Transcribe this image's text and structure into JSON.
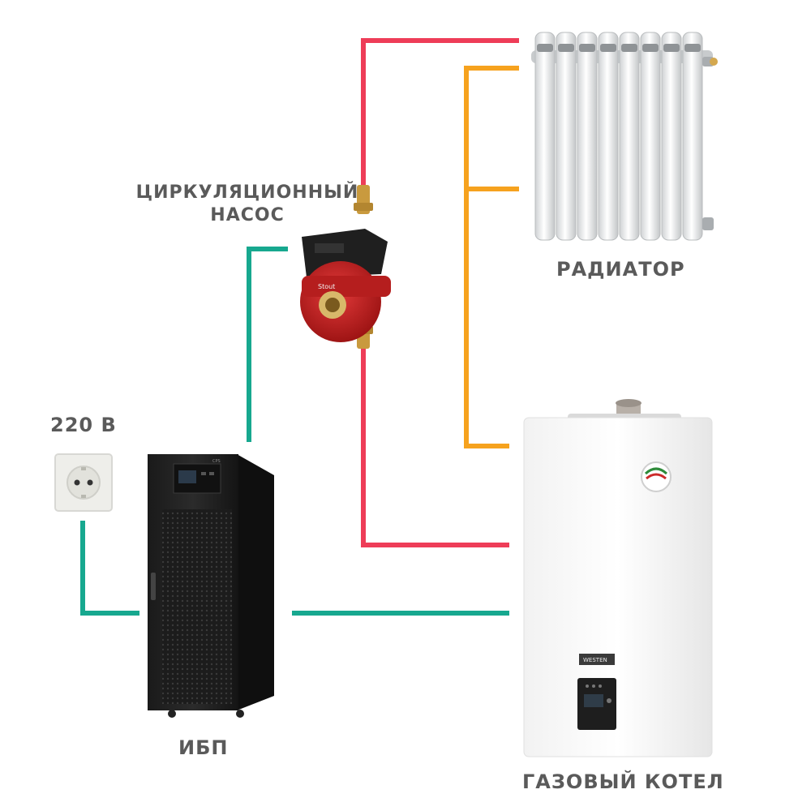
{
  "labels": {
    "pump_line1": "ЦИРКУЛЯЦИОННЫЙ",
    "pump_line2": "НАСОС",
    "radiator": "РАДИАТОР",
    "voltage": "220 В",
    "ups": "ИБП",
    "boiler": "ГАЗОВЫЙ КОТЕЛ"
  },
  "device_text": {
    "pump_brand": "Stout",
    "ups_brand": "CPS",
    "boiler_brand": "WESTEN"
  },
  "icons": {
    "pump": "circulation-pump-icon",
    "radiator": "radiator-icon",
    "socket": "power-socket-icon",
    "ups": "ups-cabinet-icon",
    "boiler": "gas-boiler-icon"
  },
  "colors": {
    "supply_pipe": "#ee3d58",
    "return_pipe": "#f6a21e",
    "power_cable": "#17a88f",
    "label_text": "#5a5a5a"
  }
}
